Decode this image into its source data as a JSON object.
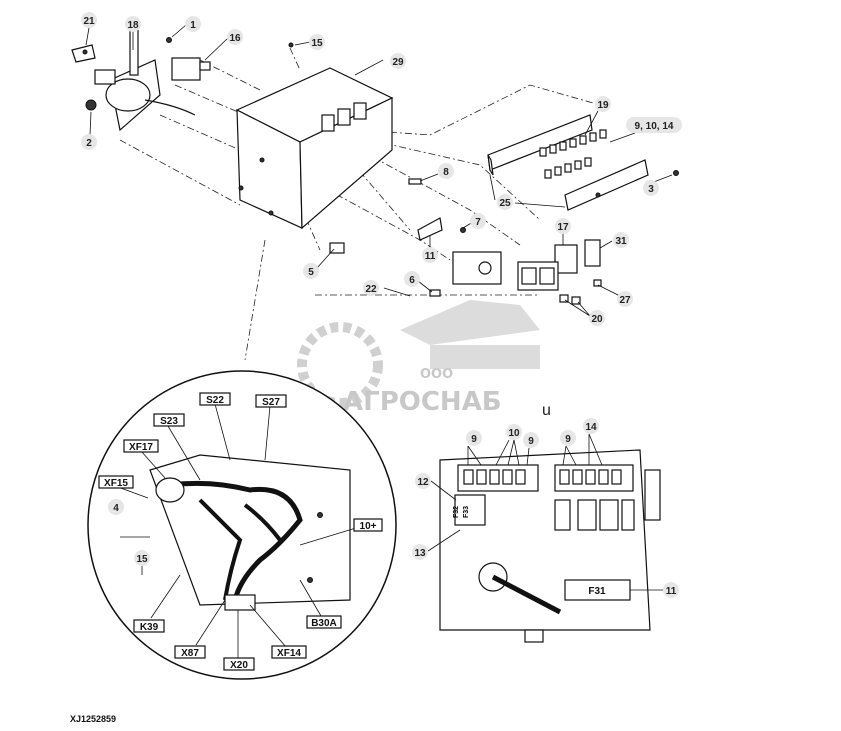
{
  "figure_id": "XJ1252859",
  "watermark": {
    "company_prefix": "ООО",
    "company_name": "АГРОСНАБ",
    "suffix": "u"
  },
  "callouts": {
    "c21": "21",
    "c18": "18",
    "c1": "1",
    "c16": "16",
    "c15_top": "15",
    "c29": "29",
    "c2": "2",
    "c19": "19",
    "c9_10_14": "9, 10, 14",
    "c8": "8",
    "c3": "3",
    "c25": "25",
    "c7": "7",
    "c17": "17",
    "c11_top": "11",
    "c31": "31",
    "c5": "5",
    "c6": "6",
    "c22": "22",
    "c27": "27",
    "c20": "20",
    "c4": "4",
    "c15_detail": "15",
    "c9_a": "9",
    "c10": "10",
    "c9_b": "9",
    "c9_c": "9",
    "c14": "14",
    "c12": "12",
    "c13": "13",
    "c11_right": "11"
  },
  "box_labels": {
    "s22": "S22",
    "s27": "S27",
    "s23": "S23",
    "xf17": "XF17",
    "xf15": "XF15",
    "ten_plus": "10+",
    "k39": "K39",
    "b30a": "B30A",
    "x87": "X87",
    "xf14": "XF14",
    "x20": "X20"
  },
  "fuse_labels": {
    "f31": "F31",
    "f32": "F32",
    "f33": "F33"
  }
}
